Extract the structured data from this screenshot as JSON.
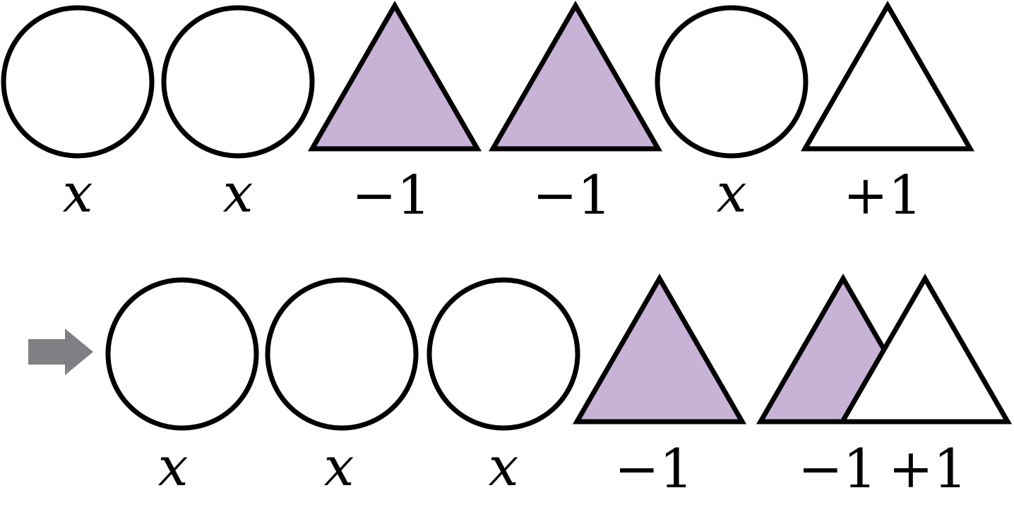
{
  "colors": {
    "stroke": "#000000",
    "negative_fill": "#c8b3d7",
    "positive_fill": "#ffffff",
    "variable_fill": "#ffffff",
    "arrow": "#808084"
  },
  "icons": {
    "arrow": "right-arrow-icon"
  },
  "rows": [
    {
      "shapes": [
        {
          "kind": "circle",
          "label": "x"
        },
        {
          "kind": "circle",
          "label": "x"
        },
        {
          "kind": "triangle",
          "sign": "negative",
          "label": "−1"
        },
        {
          "kind": "triangle",
          "sign": "negative",
          "label": "−1"
        },
        {
          "kind": "circle",
          "label": "x"
        },
        {
          "kind": "triangle",
          "sign": "positive",
          "label": "+1"
        }
      ]
    },
    {
      "shapes": [
        {
          "kind": "circle",
          "label": "x"
        },
        {
          "kind": "circle",
          "label": "x"
        },
        {
          "kind": "circle",
          "label": "x"
        },
        {
          "kind": "triangle",
          "sign": "negative",
          "label": "−1"
        },
        {
          "kind": "triangle-pair",
          "labels": [
            "−1",
            "+1"
          ]
        }
      ]
    }
  ]
}
